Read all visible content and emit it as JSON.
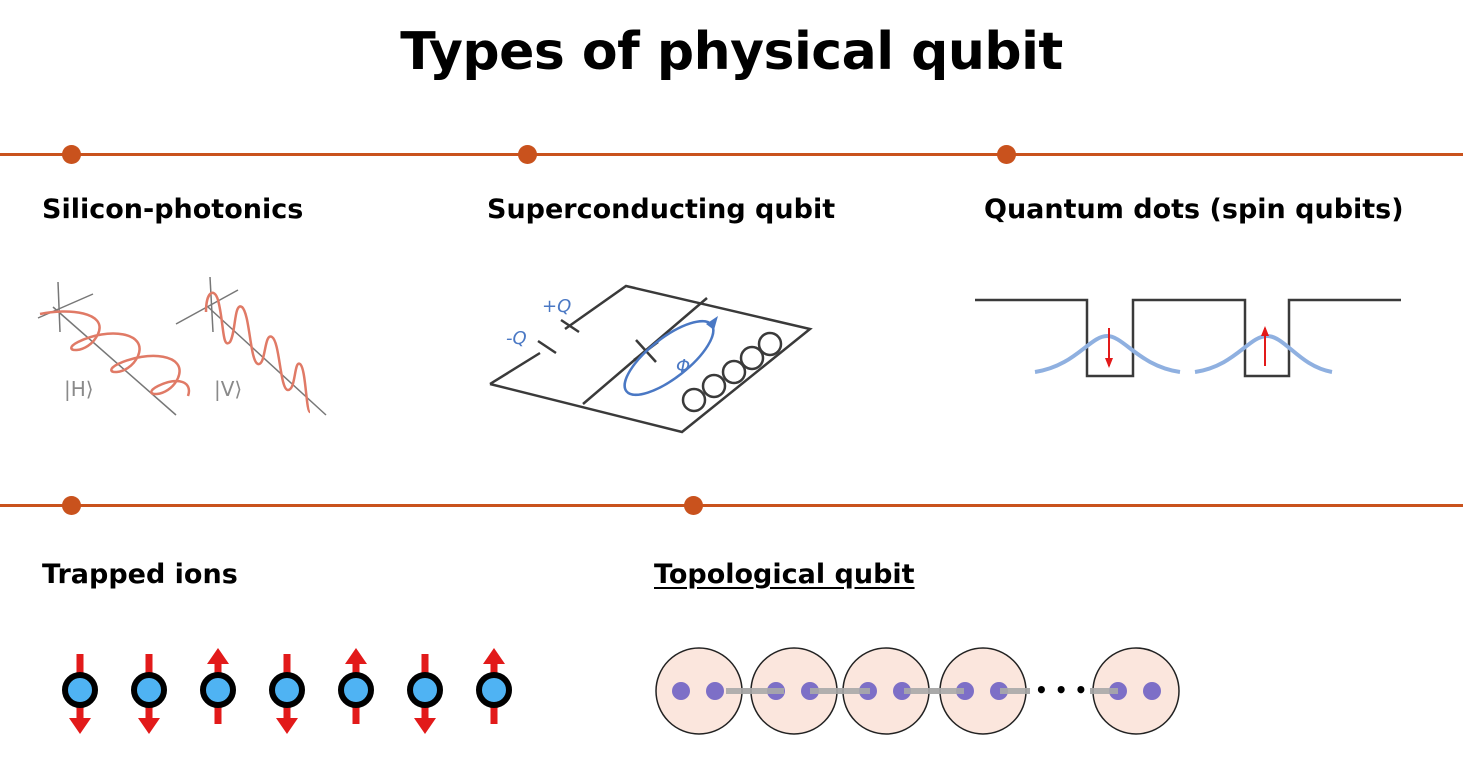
{
  "title": "Types of physical qubit",
  "colors": {
    "accent": "#c9521d",
    "ink": "#3a3a3a",
    "wave": "#e07a66",
    "blue": "#4a78c4",
    "spin_arrow": "#e21a1a",
    "ion_fill": "#4fb3f3",
    "cell_fill": "#fbe6dd",
    "majorana": "#7d6fc7"
  },
  "rows": [
    {
      "items": [
        {
          "label": "Silicon-photonics",
          "underlined": false
        },
        {
          "label": "Superconducting qubit",
          "underlined": false
        },
        {
          "label": "Quantum dots (spin qubits)",
          "underlined": false
        }
      ]
    },
    {
      "items": [
        {
          "label": "Trapped ions",
          "underlined": false
        },
        {
          "label": "Topological qubit",
          "underlined": true
        }
      ]
    }
  ],
  "photonics": {
    "state_h": "|H⟩",
    "state_v": "|V⟩"
  },
  "superconducting": {
    "plus_q": "+Q",
    "minus_q": "-Q",
    "flux": "Φ"
  },
  "quantum_dots": {
    "spins": [
      "down",
      "up"
    ]
  },
  "trapped_ions": {
    "spins": [
      "down",
      "down",
      "up",
      "down",
      "up",
      "down",
      "up"
    ]
  },
  "topological": {
    "ellipsis": "• • •"
  }
}
